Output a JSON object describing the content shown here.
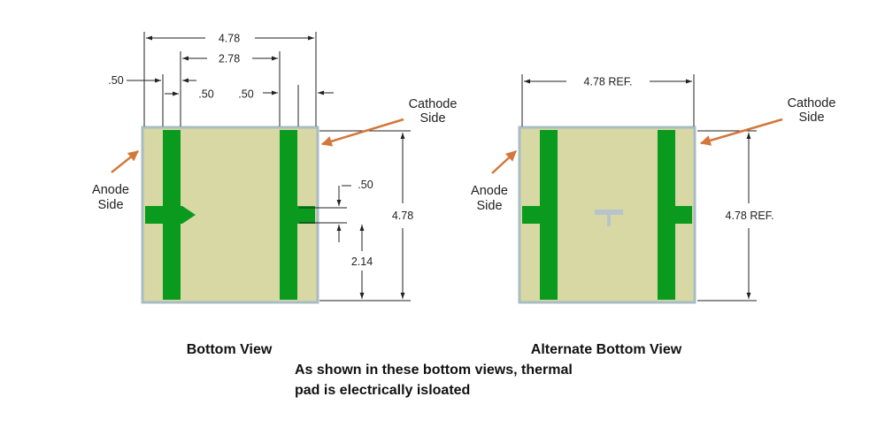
{
  "colors": {
    "pad_body": "#d8d8a4",
    "pad_border": "#a8bcc4",
    "copper": "#0a9a1e",
    "thermal_mark": "#b8c4cc",
    "arrow": "#d4773a",
    "dimension_line": "#222222"
  },
  "left_view": {
    "caption": "Bottom View",
    "dim_total_width": "4.78",
    "dim_inner_width": "2.78",
    "dim_left_pad": ".50",
    "dim_left_gap": ".50",
    "dim_right_pad": ".50",
    "dim_tab_height": ".50",
    "dim_total_height": "4.78",
    "dim_tab_offset": "2.14",
    "anode_label": [
      "Anode",
      "Side"
    ],
    "cathode_label": [
      "Cathode",
      "Side"
    ]
  },
  "right_view": {
    "caption": "Alternate Bottom View",
    "dim_width": "4.78 REF.",
    "dim_height": "4.78 REF.",
    "anode_label": [
      "Anode",
      "Side"
    ],
    "cathode_label": [
      "Cathode",
      "Side"
    ]
  },
  "note": {
    "line1": "As shown in these bottom views, thermal",
    "line2": "pad is electrically isloated"
  }
}
